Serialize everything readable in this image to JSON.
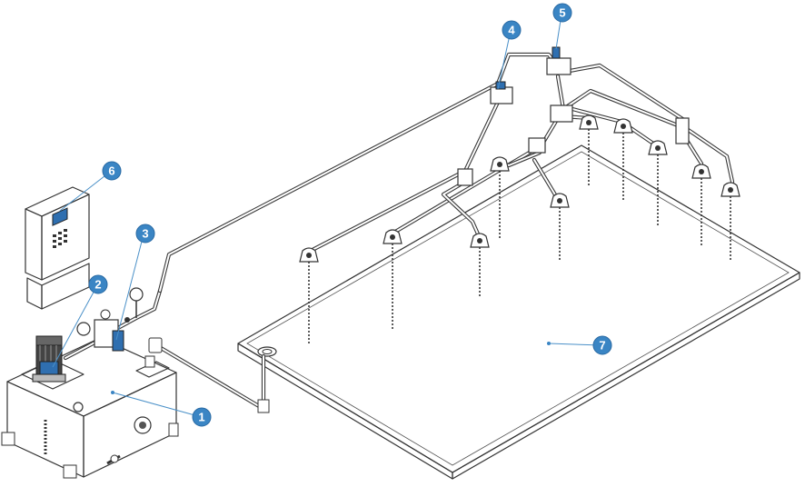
{
  "callouts": [
    {
      "label": "1"
    },
    {
      "label": "2"
    },
    {
      "label": "3"
    },
    {
      "label": "4"
    },
    {
      "label": "5"
    },
    {
      "label": "6"
    },
    {
      "label": "7"
    }
  ],
  "colors": {
    "callout_fill": "#3a85c4",
    "callout_stroke": "#2a6aa3",
    "line": "#333333",
    "background": "#ffffff"
  }
}
